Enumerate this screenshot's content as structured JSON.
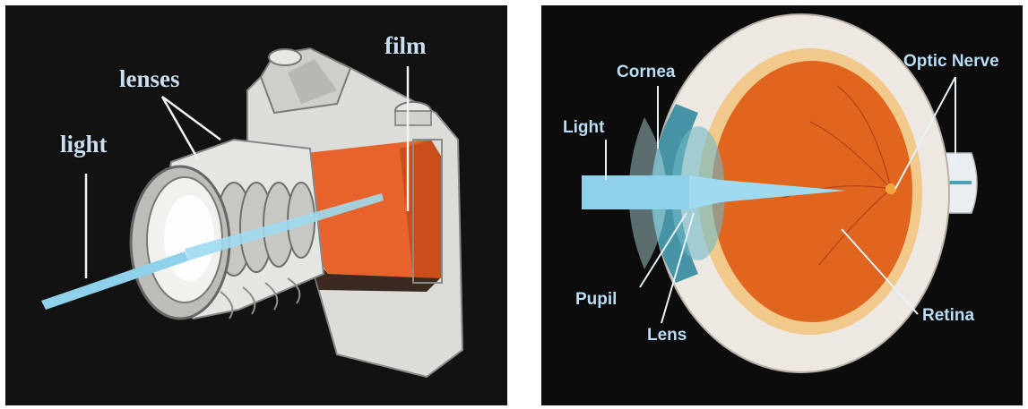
{
  "camera": {
    "labels": {
      "film": "film",
      "lenses": "lenses",
      "light": "light"
    }
  },
  "eye": {
    "labels": {
      "cornea": "Cornea",
      "optic_nerve": "Optic Nerve",
      "light": "Light",
      "pupil": "Pupil",
      "lens": "Lens",
      "retina": "Retina"
    }
  },
  "colors": {
    "background": "#121212",
    "label": "#cfe6f5",
    "film_orange": "#e8632b",
    "retina_orange": "#e0651f",
    "light_beam": "#8fd0ea",
    "iris_teal": "#4aa2b0"
  }
}
